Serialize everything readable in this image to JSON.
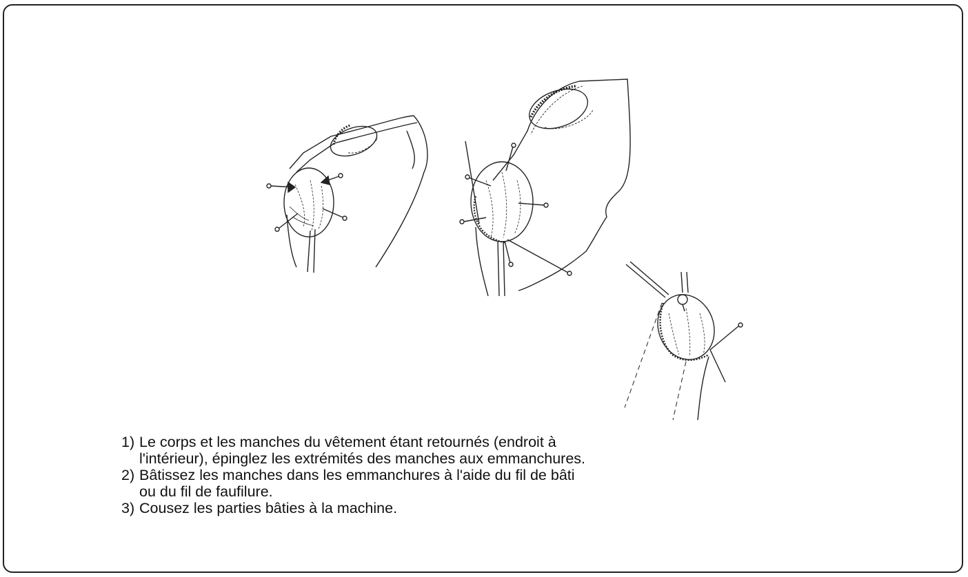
{
  "instructions": {
    "steps": [
      {
        "number": "1)",
        "text": "Le corps et les manches du vêtement étant retournés (endroit à l'intérieur), épinglez les extrémités des manches aux emmanchures."
      },
      {
        "number": "2)",
        "text": "Bâtissez les manches dans les emmanchures à l'aide du fil de bâti ou du fil de faufilure."
      },
      {
        "number": "3)",
        "text": "Cousez les parties bâties à la machine."
      }
    ]
  },
  "colors": {
    "line": "#222222",
    "border": "#222222",
    "background": "#ffffff"
  }
}
